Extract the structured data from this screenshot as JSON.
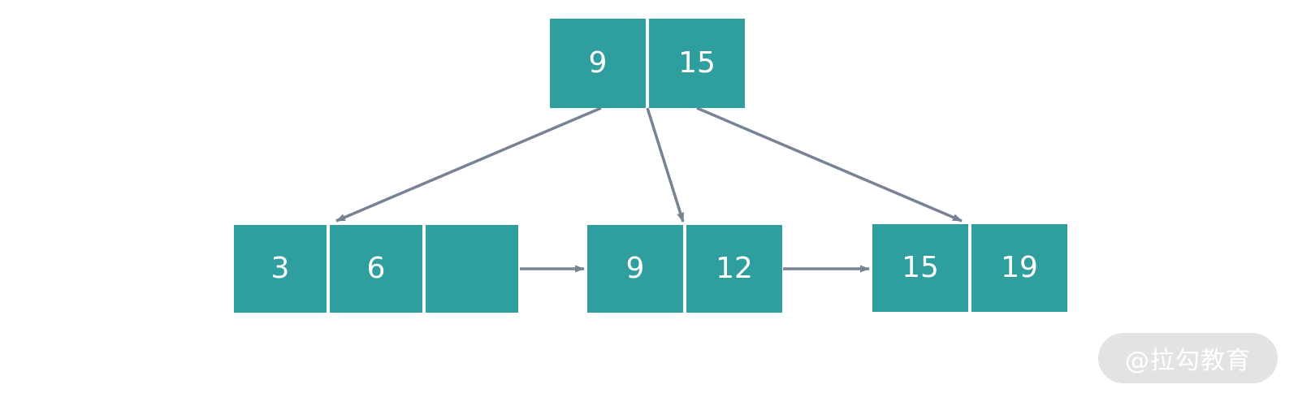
{
  "colors": {
    "node_fill": "#2F9E9E",
    "cell_text": "#FFFFFF",
    "arrow": "#778293",
    "watermark_bg": "#E3E3E3",
    "watermark_text": "#FFFFFF",
    "background": "#FFFFFF"
  },
  "tree": {
    "type": "b-plus-tree-index",
    "root": {
      "cells": [
        "9",
        "15"
      ]
    },
    "leaves": [
      {
        "cells": [
          "3",
          "6",
          ""
        ]
      },
      {
        "cells": [
          "9",
          "12"
        ]
      },
      {
        "cells": [
          "15",
          "19"
        ]
      }
    ],
    "edges": [
      {
        "from": "root",
        "to": "leaf-1"
      },
      {
        "from": "root",
        "to": "leaf-2"
      },
      {
        "from": "root",
        "to": "leaf-3"
      },
      {
        "from": "leaf-1",
        "to": "leaf-2"
      },
      {
        "from": "leaf-2",
        "to": "leaf-3"
      }
    ]
  },
  "watermark": {
    "text": "@拉勾教育"
  }
}
